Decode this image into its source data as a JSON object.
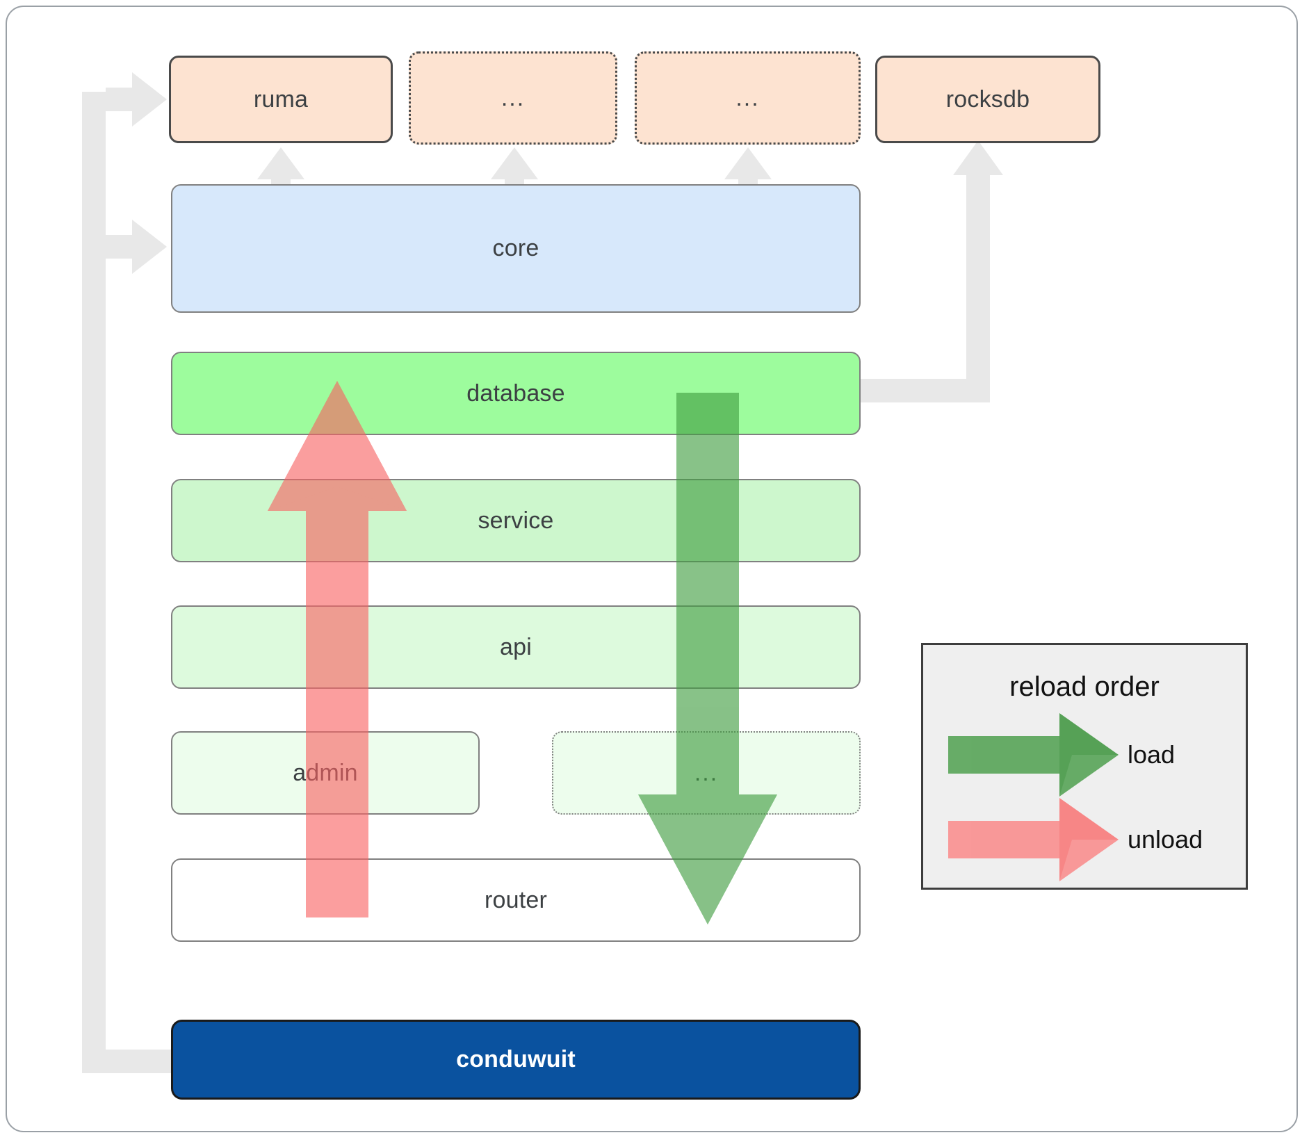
{
  "diagram": {
    "title": "conduwuit module architecture / reload order",
    "background_color": "#ffffff",
    "panel_border_color": "#9aa0a6"
  },
  "top_row": {
    "nodes": [
      {
        "label": "ruma",
        "fill": "#fde3d1",
        "border_style": "solid",
        "name": "node-ruma"
      },
      {
        "label": "...",
        "fill": "#fde3d1",
        "border_style": "dotted",
        "name": "node-top-ellipsis-1"
      },
      {
        "label": "...",
        "fill": "#fde3d1",
        "border_style": "dotted",
        "name": "node-top-ellipsis-2"
      },
      {
        "label": "rocksdb",
        "fill": "#fde3d1",
        "border_style": "solid",
        "name": "node-rocksdb"
      }
    ]
  },
  "core": {
    "label": "core",
    "fill": "#d7e8fb"
  },
  "layers": [
    {
      "label": "database",
      "fill": "#9dfc9d",
      "border_style": "solid"
    },
    {
      "label": "service",
      "fill": "#cdf7cd",
      "border_style": "solid"
    },
    {
      "label": "api",
      "fill": "#ddfadd",
      "border_style": "solid"
    },
    {
      "label": "admin",
      "fill": "#edfded",
      "border_style": "solid"
    },
    {
      "label": "...",
      "fill": "#edfded",
      "border_style": "dotted"
    },
    {
      "label": "router",
      "fill": "#ffffff",
      "border_style": "solid"
    }
  ],
  "root": {
    "label": "conduwuit",
    "fill": "#0a529f",
    "text_color": "#ffffff"
  },
  "legend": {
    "title": "reload order",
    "items": [
      {
        "label": "load",
        "color": "#5cb85c",
        "direction": "down"
      },
      {
        "label": "unload",
        "color": "#f98080",
        "direction": "up"
      }
    ]
  },
  "flow_arrows": {
    "unload": {
      "color": "#f98080",
      "direction": "up",
      "from": "router",
      "to": "database"
    },
    "load": {
      "color": "#5cb85c",
      "direction": "down",
      "from": "database",
      "to": "router"
    }
  },
  "connector_color": "#e8e8e8"
}
